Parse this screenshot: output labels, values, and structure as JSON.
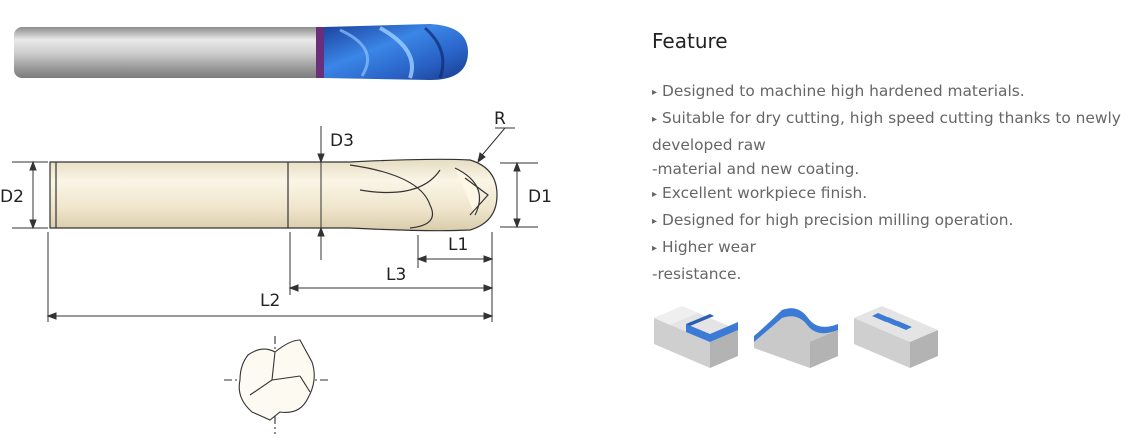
{
  "diagram": {
    "labels": {
      "d1": "D1",
      "d2": "D2",
      "d3": "D3",
      "r": "R",
      "l1": "L1",
      "l2": "L2",
      "l3": "L3"
    }
  },
  "feature_panel": {
    "title": "Feature",
    "items": [
      {
        "bullet": "▸",
        "text": "Designed to machine high hardened materials."
      },
      {
        "bullet": "▸",
        "text": "Suitable for dry cutting, high speed cutting thanks to newly developed raw"
      },
      {
        "bullet": "",
        "text": "-material and new coating."
      },
      {
        "bullet": "▸",
        "text": "Excellent workpiece finish."
      },
      {
        "bullet": "▸",
        "text": "Designed for high precision milling operation."
      },
      {
        "bullet": "▸",
        "text": "Higher wear"
      },
      {
        "bullet": "",
        "text": "-resistance."
      }
    ]
  },
  "colors": {
    "coating_blue": "#2f6fd1",
    "coating_purple": "#6a2f7a",
    "shank_gray": "#c9c9c9",
    "diagram_body": "#f2ead6",
    "block_gray": "#d7d7d7"
  },
  "icons": [
    "shoulder-milling-icon",
    "contour-milling-icon",
    "slotting-icon"
  ]
}
